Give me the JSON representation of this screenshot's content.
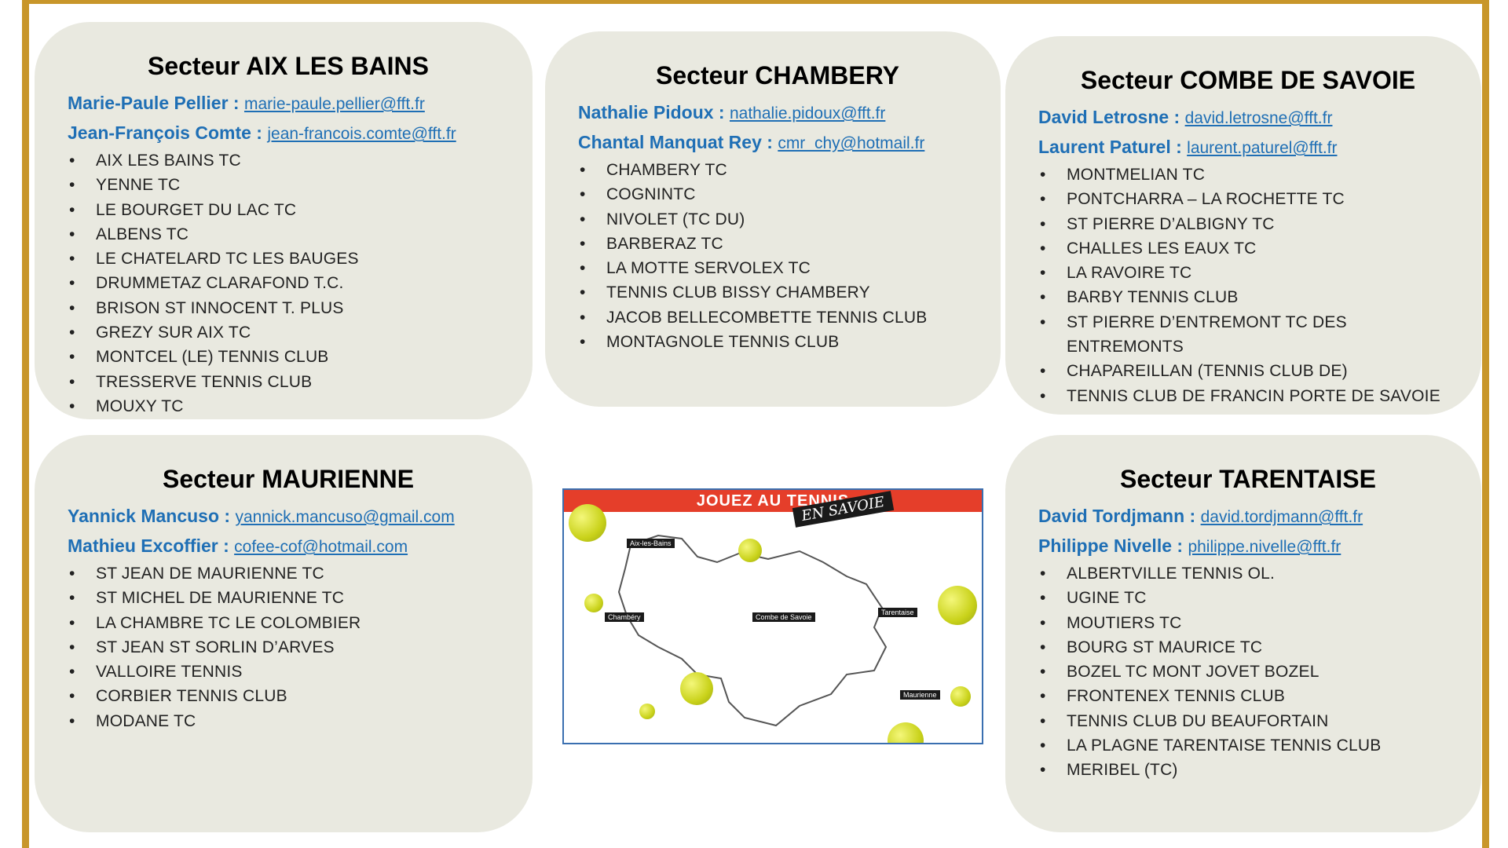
{
  "colors": {
    "frame": "#c8962a",
    "panel": "#e9e9e0",
    "contact": "#1f6fb5"
  },
  "sectors": {
    "aix": {
      "title": "Secteur AIX LES BAINS",
      "contacts": [
        {
          "name": "Marie-Paule Pellier :",
          "email": "marie-paule.pellier@fft.fr"
        },
        {
          "name": "Jean-François Comte :",
          "email": "jean-francois.comte@fft.fr"
        }
      ],
      "clubs": [
        "AIX LES BAINS TC",
        "YENNE TC",
        "LE BOURGET DU LAC TC",
        "ALBENS TC",
        "LE CHATELARD TC LES BAUGES",
        "DRUMMETAZ CLARAFOND T.C.",
        "BRISON ST INNOCENT T. PLUS",
        "GREZY SUR AIX TC",
        "MONTCEL (LE) TENNIS CLUB",
        "TRESSERVE TENNIS CLUB",
        "MOUXY TC"
      ]
    },
    "chambery": {
      "title": "Secteur CHAMBERY",
      "contacts": [
        {
          "name": "Nathalie Pidoux :",
          "email": "nathalie.pidoux@fft.fr"
        },
        {
          "name": "Chantal Manquat Rey :",
          "email": "cmr_chy@hotmail.fr"
        }
      ],
      "clubs": [
        "CHAMBERY TC",
        "COGNINTC",
        "NIVOLET (TC DU)",
        "BARBERAZ TC",
        "LA MOTTE SERVOLEX TC",
        "TENNIS CLUB BISSY CHAMBERY",
        "JACOB BELLECOMBETTE TENNIS CLUB",
        "MONTAGNOLE TENNIS CLUB"
      ]
    },
    "combe": {
      "title": "Secteur COMBE DE SAVOIE",
      "contacts": [
        {
          "name": "David Letrosne :",
          "email": "david.letrosne@fft.fr"
        },
        {
          "name": "Laurent Paturel :",
          "email": "laurent.paturel@fft.fr"
        }
      ],
      "clubs": [
        "MONTMELIAN TC",
        "PONTCHARRA – LA ROCHETTE TC",
        "ST PIERRE D’ALBIGNY TC",
        "CHALLES LES EAUX TC",
        "LA RAVOIRE TC",
        "BARBY TENNIS CLUB",
        "ST PIERRE D’ENTREMONT TC DES ENTREMONTS",
        "CHAPAREILLAN (TENNIS CLUB DE)",
        "TENNIS CLUB DE FRANCIN PORTE DE SAVOIE"
      ]
    },
    "maurienne": {
      "title": "Secteur MAURIENNE",
      "contacts": [
        {
          "name": "Yannick Mancuso :",
          "email": "yannick.mancuso@gmail.com"
        },
        {
          "name": "Mathieu Excoffier :",
          "email": "cofee-cof@hotmail.com"
        }
      ],
      "clubs": [
        "ST JEAN DE MAURIENNE TC",
        "ST MICHEL DE MAURIENNE TC",
        "LA CHAMBRE TC LE COLOMBIER",
        "ST JEAN ST SORLIN D’ARVES",
        "VALLOIRE TENNIS",
        "CORBIER TENNIS CLUB",
        "MODANE TC"
      ]
    },
    "tarentaise": {
      "title": "Secteur TARENTAISE",
      "contacts": [
        {
          "name": "David Tordjmann :",
          "email": "david.tordjmann@fft.fr"
        },
        {
          "name": "Philippe Nivelle :",
          "email": "philippe.nivelle@fft.fr"
        }
      ],
      "clubs": [
        "ALBERTVILLE TENNIS OL.",
        "UGINE TC",
        "MOUTIERS TC",
        "BOURG ST MAURICE TC",
        "BOZEL TC MONT JOVET BOZEL",
        "FRONTENEX TENNIS CLUB",
        "TENNIS CLUB DU BEAUFORTAIN",
        "LA PLAGNE TARENTAISE TENNIS CLUB",
        "MERIBEL (TC)"
      ]
    }
  },
  "map": {
    "banner": "JOUEZ AU TENNIS",
    "stamp": "EN SAVOIE",
    "labels": {
      "aix": "Aix-les-Bains",
      "chambery": "Chambéry",
      "combe": "Combe de Savoie",
      "tarentaise": "Tarentaise",
      "maurienne": "Maurienne"
    }
  }
}
